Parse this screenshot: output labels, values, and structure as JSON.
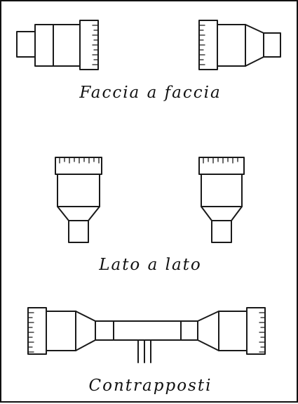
{
  "figure": {
    "captions": {
      "face_to_face": "Faccia a faccia",
      "side_by_side": "Lato a lato",
      "opposed": "Contrapposti"
    }
  },
  "colors": {
    "ink": "#1a1a1a",
    "background": "#ffffff",
    "border": "#111111"
  }
}
